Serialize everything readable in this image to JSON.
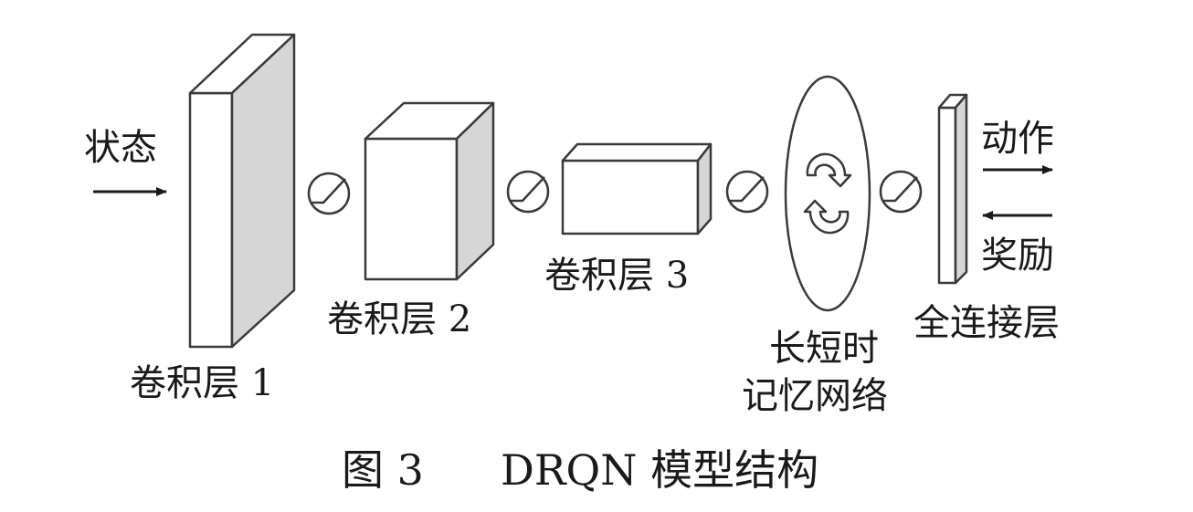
{
  "labels": {
    "input_state": "状态",
    "conv1": "卷积层 1",
    "conv2": "卷积层 2",
    "conv3": "卷积层 3",
    "lstm_line1": "长短时",
    "lstm_line2": "记忆网络",
    "fc": "全连接层",
    "output_action": "动作",
    "input_reward": "奖励"
  },
  "caption": {
    "figure_number": "图 3",
    "title": "DRQN 模型结构"
  }
}
